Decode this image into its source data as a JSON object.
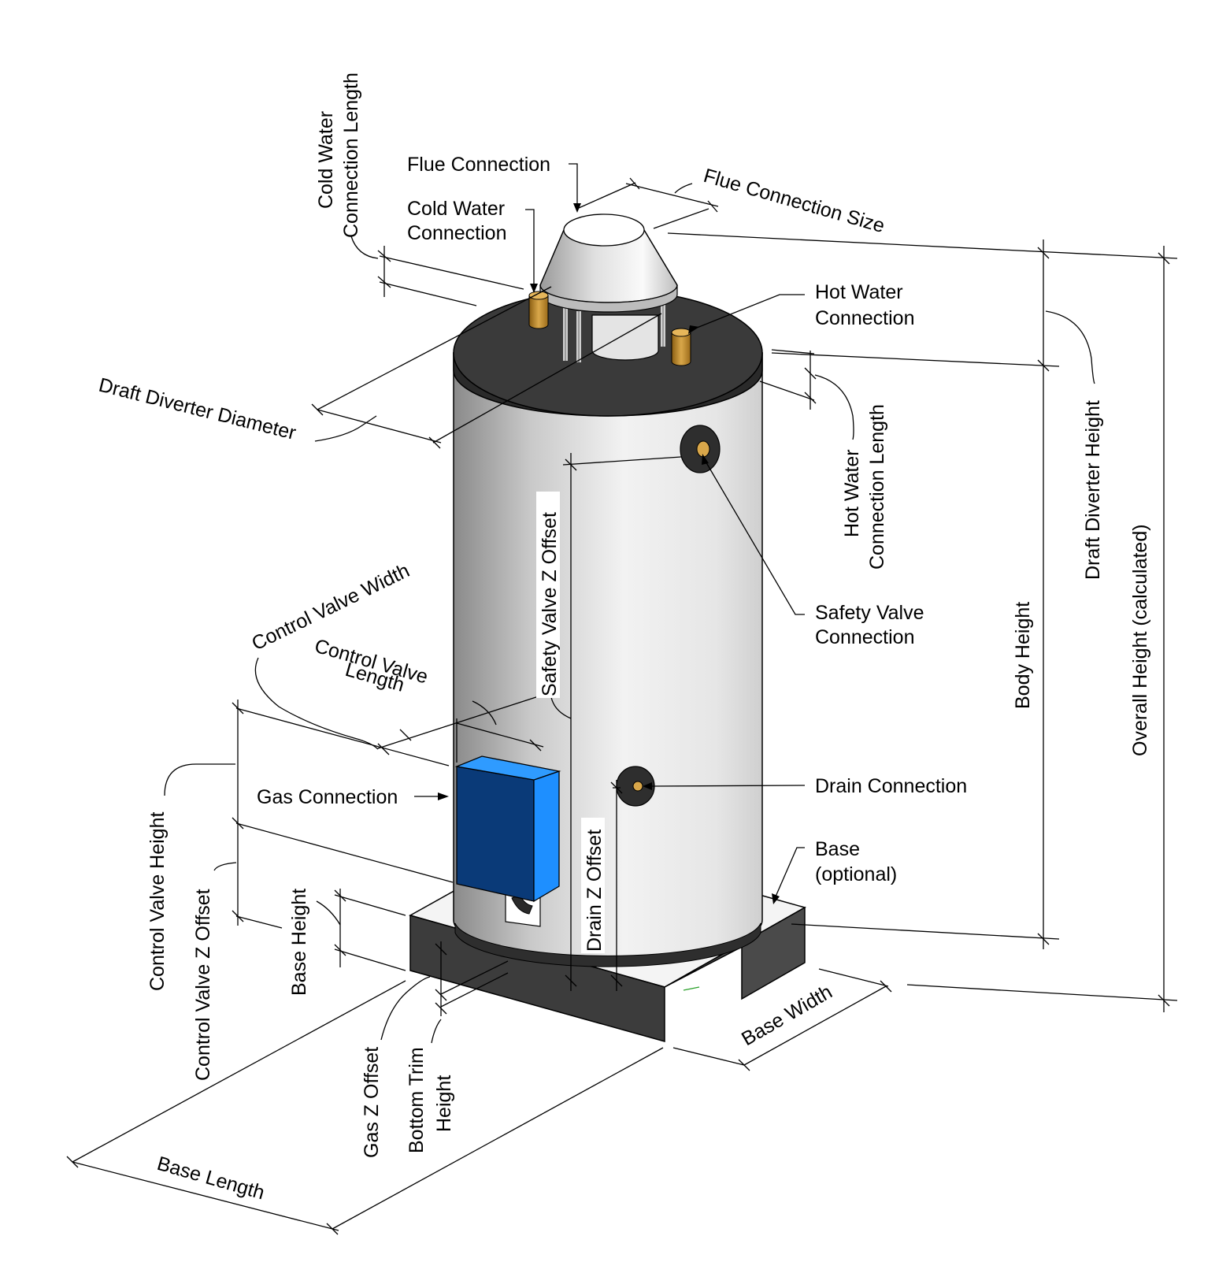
{
  "labels": {
    "flue_connection": "Flue Connection",
    "flue_connection_size": "Flue Connection Size",
    "cold_water_connection_length": [
      "Cold Water",
      "Connection Length"
    ],
    "cold_water_connection": [
      "Cold Water",
      "Connection"
    ],
    "hot_water_connection": [
      "Hot Water",
      "Connection"
    ],
    "draft_diverter_diameter": "Draft Diverter Diameter",
    "hot_water_connection_length": [
      "Hot Water",
      "Connection Length"
    ],
    "draft_diverter_height": "Draft Diverter Height",
    "overall_height": "Overall Height (calculated)",
    "safety_valve_z_offset": "Safety Valve Z Offset",
    "safety_valve_connection": [
      "Safety Valve",
      "Connection"
    ],
    "body_height": "Body Height",
    "control_valve_width": "Control Valve Width",
    "control_valve_length": [
      "Control Valve",
      "Length"
    ],
    "gas_connection": "Gas Connection",
    "drain_connection": "Drain Connection",
    "drain_z_offset": "Drain Z Offset",
    "base_optional": [
      "Base",
      "(optional)"
    ],
    "control_valve_height": "Control Valve Height",
    "control_valve_z_offset": "Control Valve Z Offset",
    "base_height": "Base Height",
    "gas_z_offset": "Gas Z Offset",
    "bottom_trim_height": [
      "Bottom Trim",
      "Height"
    ],
    "base_width": "Base Width",
    "base_length": "Base Length"
  },
  "colors": {
    "control_valve_front": "#0a3a78",
    "control_valve_side": "#1e8fff",
    "pipe_stub": "#c8962e",
    "top_cap": "#3a3a3a",
    "base_dark": "#3c3c3c"
  }
}
